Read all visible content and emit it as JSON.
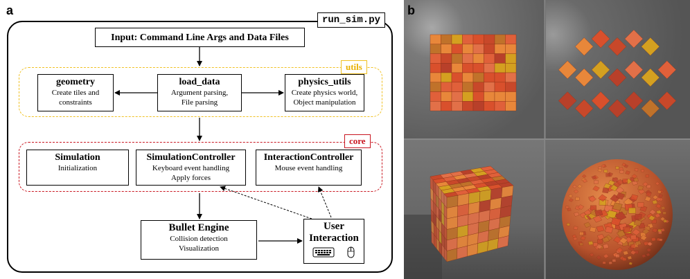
{
  "panel_a": {
    "letter": "a",
    "file_tag": "run_sim.py",
    "input_box": {
      "title": "Input: Command Line Args and Data Files"
    },
    "utils_group": {
      "tag": "utils",
      "color": "#f0c020",
      "boxes": {
        "geometry": {
          "title": "geometry",
          "line1": "Create tiles and",
          "line2": "constraints"
        },
        "load_data": {
          "title": "load_data",
          "line1": "Argument parsing,",
          "line2": "File parsing"
        },
        "physics_utils": {
          "title": "physics_utils",
          "line1": "Create physics world,",
          "line2": "Object manipulation"
        }
      }
    },
    "core_group": {
      "tag": "core",
      "color": "#c8141e",
      "boxes": {
        "simulation": {
          "title": "Simulation",
          "line1": "Initialization"
        },
        "simulation_controller": {
          "title": "SimulationController",
          "line1": "Keyboard event handling",
          "line2": "Apply forces"
        },
        "interaction_controller": {
          "title": "InteractionController",
          "line1": "Mouse event handling"
        }
      }
    },
    "bullet_engine": {
      "title": "Bullet Engine",
      "line1": "Collision detection",
      "line2": "Visualization"
    },
    "user_interaction": {
      "title_line1": "User",
      "title_line2": "Interaction",
      "icons": [
        "keyboard-icon",
        "mouse-icon"
      ]
    }
  },
  "panel_b": {
    "letter": "b",
    "background": "#5a5a5a",
    "tile_colors": [
      "#e0603a",
      "#d9502c",
      "#c8482a",
      "#e8873a",
      "#c0722a",
      "#d4a020",
      "#b8402a",
      "#e27048"
    ]
  }
}
